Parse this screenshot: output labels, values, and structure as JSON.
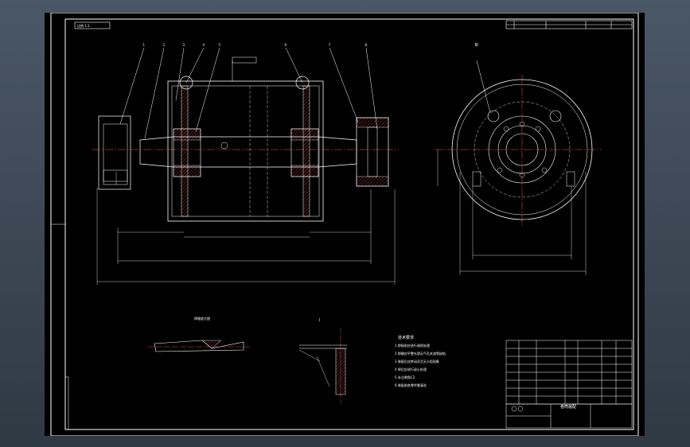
{
  "drawing": {
    "scale_text": "比例 1:1",
    "tag_box": "",
    "title_block_name": "卷筒装配",
    "weld_detail_left_title": "焊缝放大图",
    "weld_detail_right_title": "I",
    "notes_title": "技术要求",
    "notes": [
      "1 焊接前应进行调质处理",
      "2 焊缝应平整光滑无气孔夹渣等缺陷",
      "3 装配后应转动灵活无卡阻现象",
      "4 焊后应进行退火处理",
      "5 未注倒角C2",
      "6 装配前各零件需清洗"
    ],
    "balloons": [
      "1",
      "2",
      "3",
      "4",
      "5",
      "6",
      "7",
      "8"
    ],
    "side_balloon": "9",
    "dims": {
      "inner_length": "",
      "overall_length": "",
      "total_length": "",
      "side_width": "",
      "side_width2": ""
    }
  },
  "colors": {
    "line": "#ffffff",
    "center": "#ff5a5a",
    "hatch": "#ff5a5a",
    "dim": "#ffffff"
  }
}
